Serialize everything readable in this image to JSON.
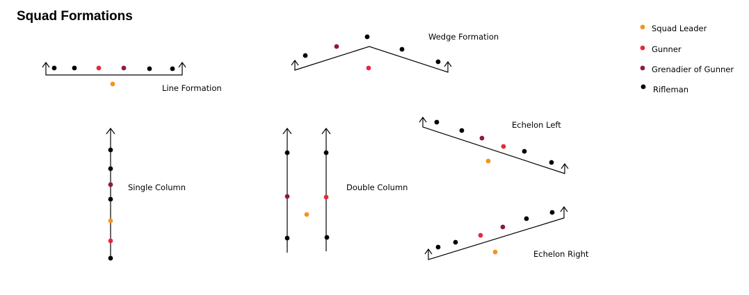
{
  "title": "Squad Formations",
  "colors": {
    "squad_leader": "#f7931e",
    "gunner": "#e8283c",
    "grenadier": "#8b1a44",
    "rifleman": "#000000"
  },
  "legend": [
    {
      "label": "Squad Leader",
      "role": "squad_leader"
    },
    {
      "label": "Gunner",
      "role": "gunner"
    },
    {
      "label": "Grenadier of Gunner",
      "role": "grenadier"
    },
    {
      "label": "Rifleman",
      "role": "rifleman"
    }
  ],
  "formations": {
    "line": {
      "label": "Line Formation"
    },
    "wedge": {
      "label": "Wedge Formation"
    },
    "single_column": {
      "label": "Single Column"
    },
    "double_column": {
      "label": "Double Column"
    },
    "echelon_left": {
      "label": "Echelon Left"
    },
    "echelon_right": {
      "label": "Echelon Right"
    }
  }
}
